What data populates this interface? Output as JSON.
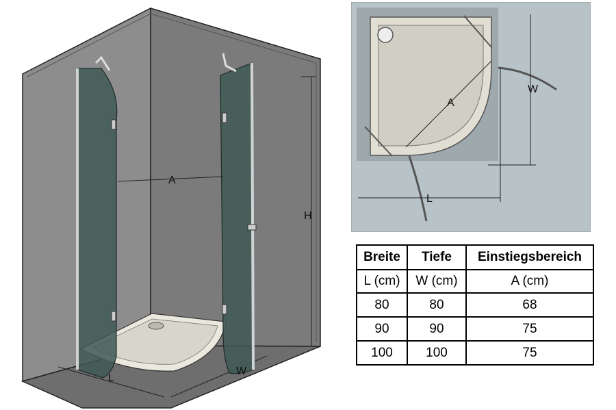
{
  "iso_view": {
    "dimension_labels": {
      "h": "H",
      "a": "A",
      "l": "L",
      "w": "W"
    }
  },
  "plan_view": {
    "dimension_labels": {
      "a": "A",
      "w": "W",
      "l": "L"
    }
  },
  "table": {
    "headers": [
      "Breite",
      "Tiefe",
      "Einstiegsbereich"
    ],
    "units": [
      "L (cm)",
      "W (cm)",
      "A (cm)"
    ],
    "rows": [
      [
        "80",
        "80",
        "68"
      ],
      [
        "90",
        "90",
        "75"
      ],
      [
        "100",
        "100",
        "75"
      ]
    ]
  },
  "colors": {
    "wall": "#8a8a8a",
    "wall_dark": "#6f6f6f",
    "floor": "#7d7d7d",
    "tray": "#e9e7dd",
    "glass": "#3f5a56",
    "plan_bg": "#b7c2c6"
  }
}
